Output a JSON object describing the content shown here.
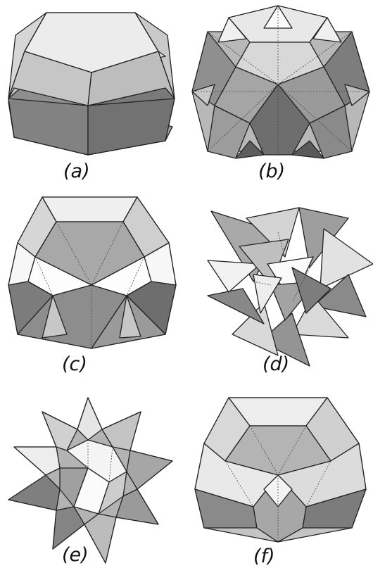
{
  "figure": {
    "panels": [
      {
        "id": "a",
        "label": "(a)"
      },
      {
        "id": "b",
        "label": "(b)"
      },
      {
        "id": "c",
        "label": "(c)"
      },
      {
        "id": "d",
        "label": "(d)"
      },
      {
        "id": "e",
        "label": "(e)"
      },
      {
        "id": "f",
        "label": "(f)"
      }
    ],
    "shades": {
      "light": "#e6e6e6",
      "mid": "#b5b5b5",
      "dark": "#8c8c8c",
      "darker": "#6f6f6f",
      "white": "#fafafa"
    }
  }
}
